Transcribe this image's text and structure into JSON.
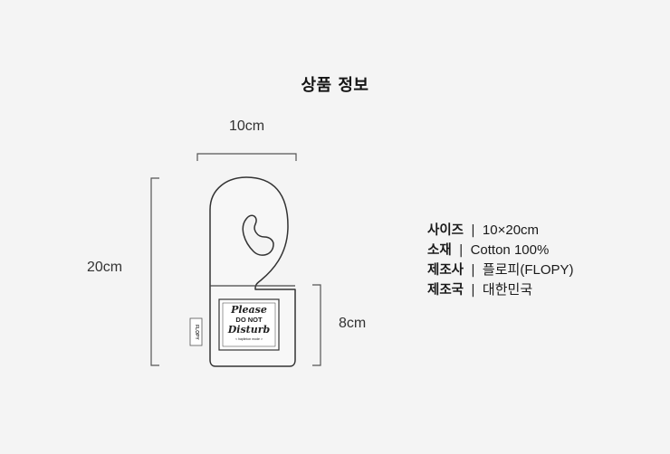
{
  "page": {
    "title": "상품 정보"
  },
  "dimensions": {
    "width": "10cm",
    "height": "20cm",
    "pocket_height": "8cm"
  },
  "product_label": {
    "line1": "Please",
    "line2": "DO NOT",
    "line3": "Disturb",
    "line4": "< haplinton mode >",
    "side_tag": "FLOPY"
  },
  "specs": [
    {
      "label": "사이즈",
      "separator": "|",
      "value": "10×20cm"
    },
    {
      "label": "소재",
      "separator": "|",
      "value": "Cotton 100%"
    },
    {
      "label": "제조사",
      "separator": "|",
      "value": "플로피(FLOPY)"
    },
    {
      "label": "제조국",
      "separator": "|",
      "value": "대한민국"
    }
  ]
}
